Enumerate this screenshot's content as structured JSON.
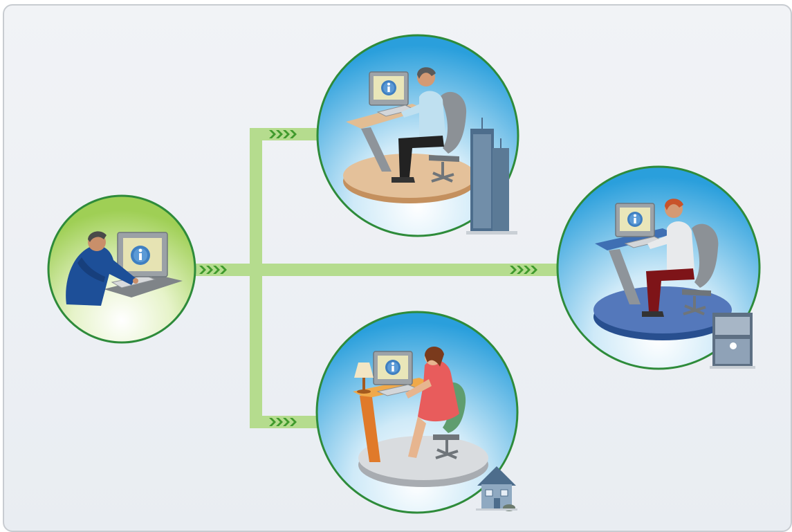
{
  "diagram": {
    "nodes": [
      {
        "id": "source-user",
        "role": "person at computer",
        "setting": "none"
      },
      {
        "id": "office-tower-user",
        "role": "person at computer",
        "setting": "office-tower-icon"
      },
      {
        "id": "hospital-user",
        "role": "person at computer",
        "setting": "hospital-icon"
      },
      {
        "id": "home-user",
        "role": "person at computer",
        "setting": "house-icon"
      }
    ],
    "edges": [
      {
        "from": "source-user",
        "to": "office-tower-user"
      },
      {
        "from": "source-user",
        "to": "hospital-user"
      },
      {
        "from": "source-user",
        "to": "home-user"
      }
    ],
    "colors": {
      "connector": "#b5dc8e",
      "chevron": "#3f9a2c",
      "circle_border": "#2e8b3a",
      "source_bg": "#b9dc72",
      "target_bg": "#4ab5e6",
      "info_screen": "#3f7fc1"
    },
    "icons": [
      "info-icon",
      "office-tower-icon",
      "hospital-icon",
      "house-icon",
      "chevron-arrows-icon"
    ]
  }
}
